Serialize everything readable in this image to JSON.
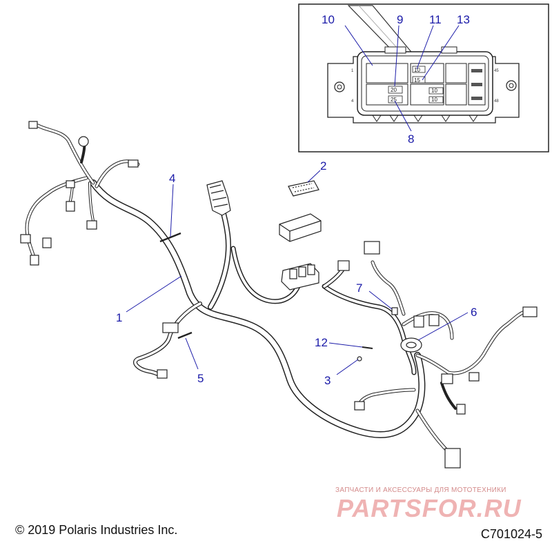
{
  "callouts": {
    "c1": "1",
    "c2": "2",
    "c3": "3",
    "c4": "4",
    "c5": "5",
    "c6": "6",
    "c7": "7",
    "c8": "8",
    "c9": "9",
    "c10": "10",
    "c11": "11",
    "c12": "12",
    "c13": "13"
  },
  "inset": {
    "pin_1": "1",
    "pin_4": "4",
    "pin_45": "45",
    "pin_48": "48",
    "fuse_10a": "10",
    "fuse_15a": "15",
    "fuse_20": "20",
    "fuse_25": "25",
    "fuse_10b": "10",
    "fuse_10c": "10"
  },
  "footer": {
    "copyright": "© 2019 Polaris Industries Inc.",
    "drawing_number": "C701024-5"
  },
  "watermark": {
    "tagline": "ЗАПЧАСТИ И АКСЕССУАРЫ ДЛЯ МОТОТЕХНИКИ",
    "logo": "PARTSFOR.RU"
  },
  "colors": {
    "callout": "#1a1aa8",
    "line": "#222222",
    "watermark": "#efb3b3"
  }
}
